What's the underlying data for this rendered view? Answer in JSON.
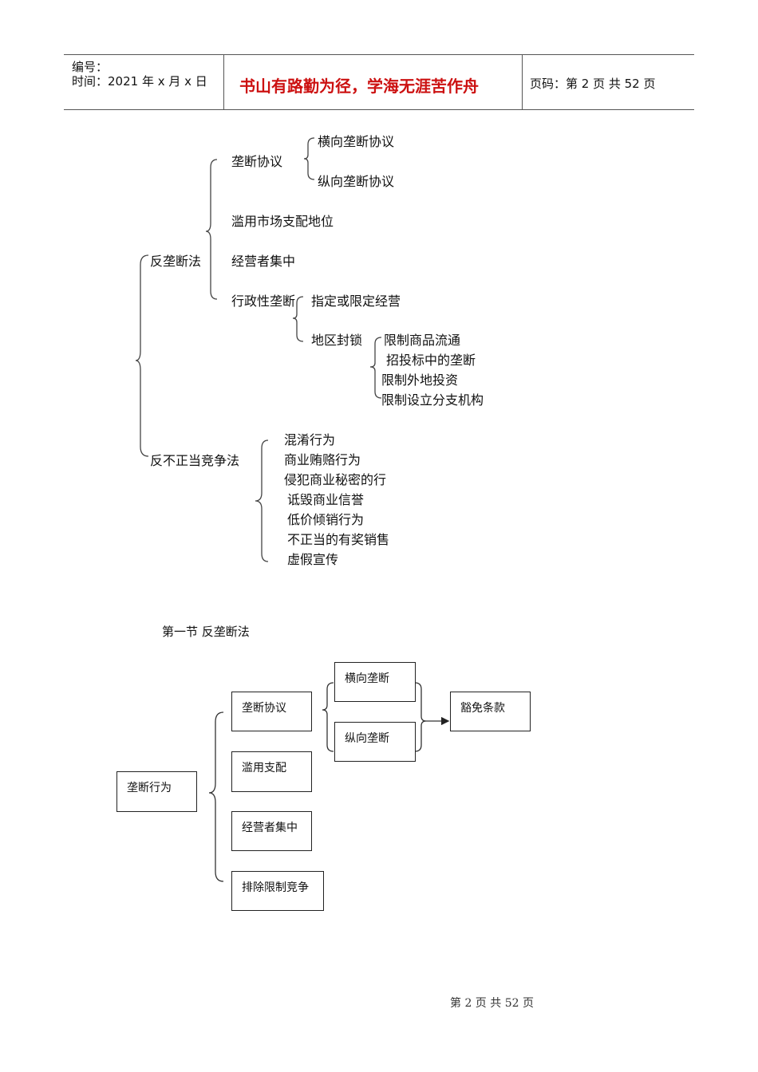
{
  "header": {
    "number_label": "编号：",
    "time_label": "时间：2021 年 x 月 x 日",
    "motto": "书山有路勤为径，学海无涯苦作舟",
    "page_info": "页码：第 2 页  共 52 页"
  },
  "mindmap": {
    "root1": "反垄断法",
    "root1_children": {
      "agreement": "垄断协议",
      "horizontal": "横向垄断协议",
      "vertical": "纵向垄断协议",
      "abuse": "滥用市场支配地位",
      "concentration": "经营者集中",
      "admin": "行政性垄断",
      "designated": "指定或限定经营",
      "blockade": "地区封锁",
      "blockade_items": [
        "限制商品流通",
        "招投标中的垄断",
        "限制外地投资",
        "限制设立分支机构"
      ]
    },
    "root2": "反不正当竞争法",
    "root2_items": [
      "混淆行为",
      "商业贿赂行为",
      "侵犯商业秘密的行",
      "诋毁商业信誉",
      "低价倾销行为",
      "不正当的有奖销售",
      "虚假宣传"
    ]
  },
  "section_title": "第一节  反垄断法",
  "flowchart": {
    "root": "垄断行为",
    "items": [
      "垄断协议",
      "滥用支配",
      "经营者集中",
      "排除限制竞争"
    ],
    "horizontal": "横向垄断",
    "vertical": "纵向垄断",
    "exemption": "豁免条款"
  },
  "footer": "第  2  页  共  52  页"
}
